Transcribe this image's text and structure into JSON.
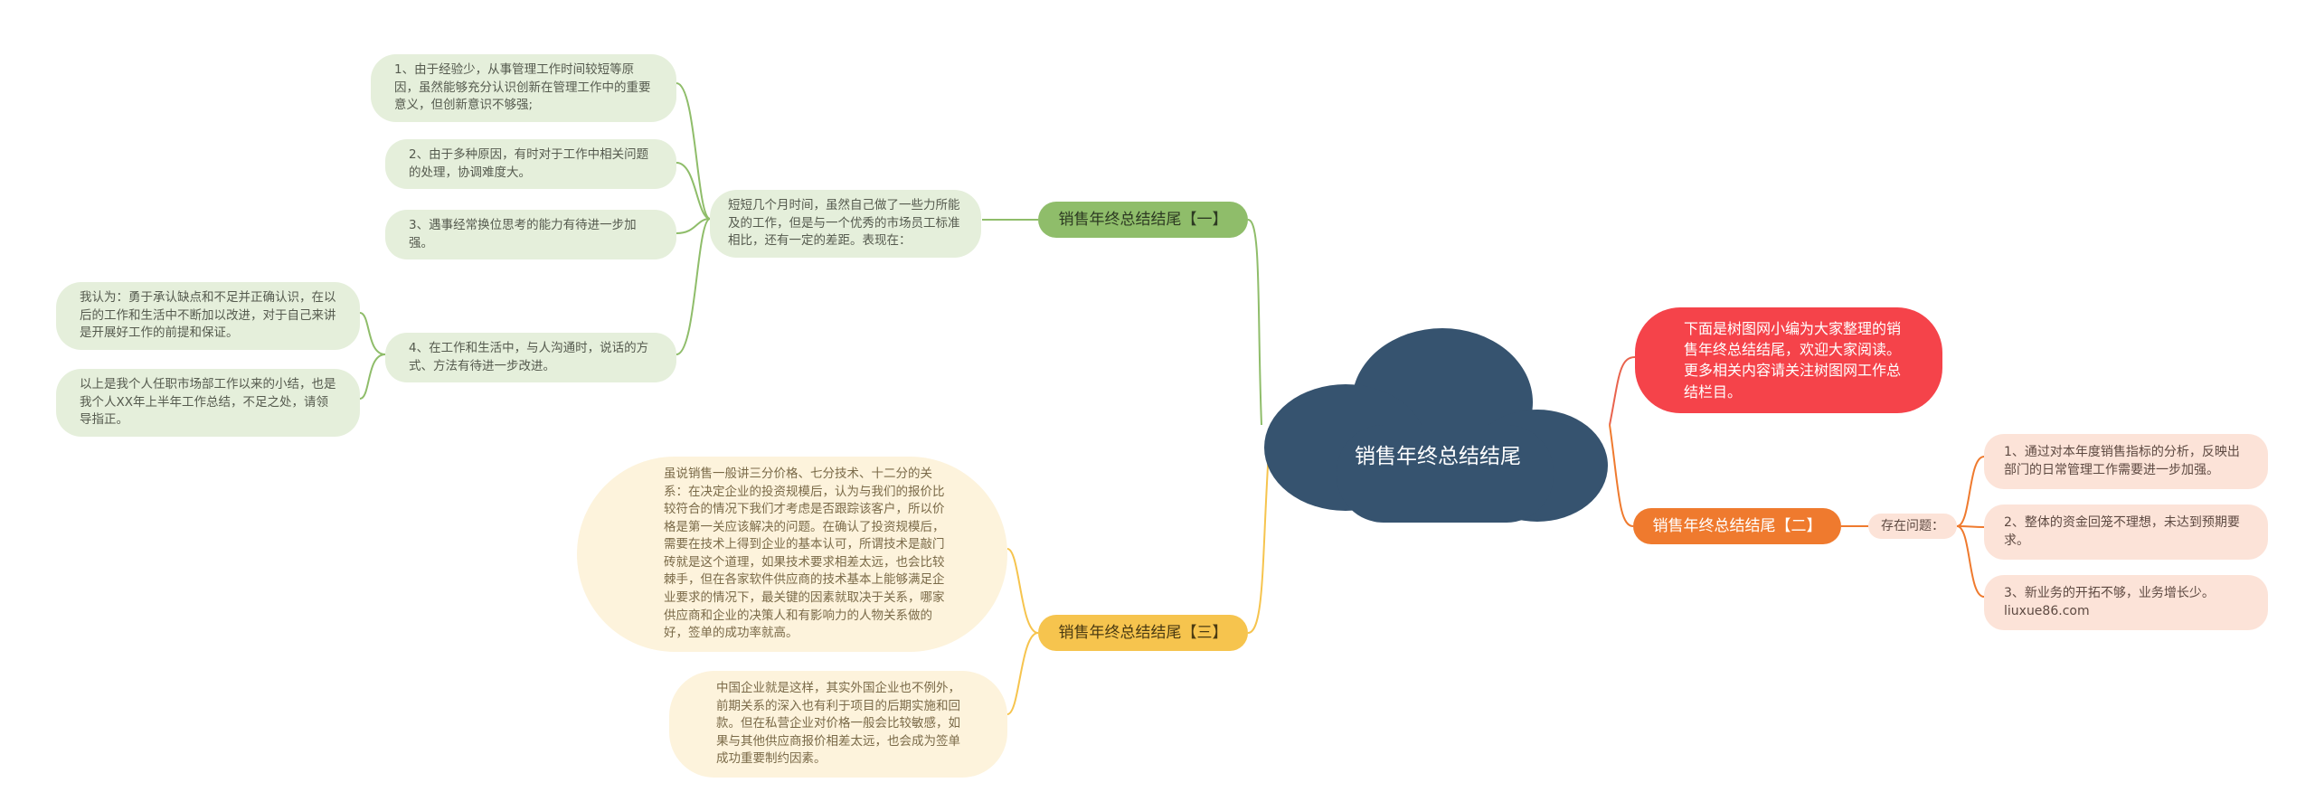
{
  "root": {
    "label": "销售年终总结结尾",
    "color": "#36536f"
  },
  "intro": {
    "text": "下面是树图网小编为大家整理的销售年终总结结尾，欢迎大家阅读。更多相关内容请关注树图网工作总结栏目。",
    "color": "#f5434a"
  },
  "branch1": {
    "label": "销售年终总结结尾【一】",
    "color": "#8fbd6a",
    "summary": "短短几个月时间，虽然自己做了一些力所能及的工作，但是与一个优秀的市场员工标准相比，还有一定的差距。表现在：",
    "items": [
      "1、由于经验少，从事管理工作时间较短等原因，虽然能够充分认识创新在管理工作中的重要意义，但创新意识不够强;",
      "2、由于多种原因，有时对于工作中相关问题的处理，协调难度大。",
      "3、遇事经常换位思考的能力有待进一步加强。",
      "4、在工作和生活中，与人沟通时，说话的方式、方法有待进一步改进。"
    ],
    "sub": [
      "我认为：勇于承认缺点和不足并正确认识，在以后的工作和生活中不断加以改进，对于自己来讲是开展好工作的前提和保证。",
      "以上是我个人任职市场部工作以来的小结，也是我个人XX年上半年工作总结，不足之处，请领导指正。"
    ]
  },
  "branch2": {
    "label": "销售年终总结结尾【二】",
    "color": "#ef7a2e",
    "summary": "存在问题：",
    "items": [
      "1、通过对本年度销售指标的分析，反映出部门的日常管理工作需要进一步加强。",
      "2、整体的资金回笼不理想，未达到预期要求。",
      "3、新业务的开拓不够，业务增长少。liuxue86.com"
    ]
  },
  "branch3": {
    "label": "销售年终总结结尾【三】",
    "color": "#f6c44e",
    "items": [
      "虽说销售一般讲三分价格、七分技术、十二分的关系：在决定企业的投资规模后，认为与我们的报价比较符合的情况下我们才考虑是否跟踪该客户，所以价格是第一关应该解决的问题。在确认了投资规模后，需要在技术上得到企业的基本认可，所谓技术是敲门砖就是这个道理，如果技术要求相差太远，也会比较棘手，但在各家软件供应商的技术基本上能够满足企业要求的情况下，最关键的因素就取决于关系，哪家供应商和企业的决策人和有影响力的人物关系做的好，签单的成功率就高。",
      "中国企业就是这样，其实外国企业也不例外，前期关系的深入也有利于项目的后期实施和回款。但在私营企业对价格一般会比较敏感，如果与其他供应商报价相差太远，也会成为签单成功重要制约因素。"
    ]
  }
}
